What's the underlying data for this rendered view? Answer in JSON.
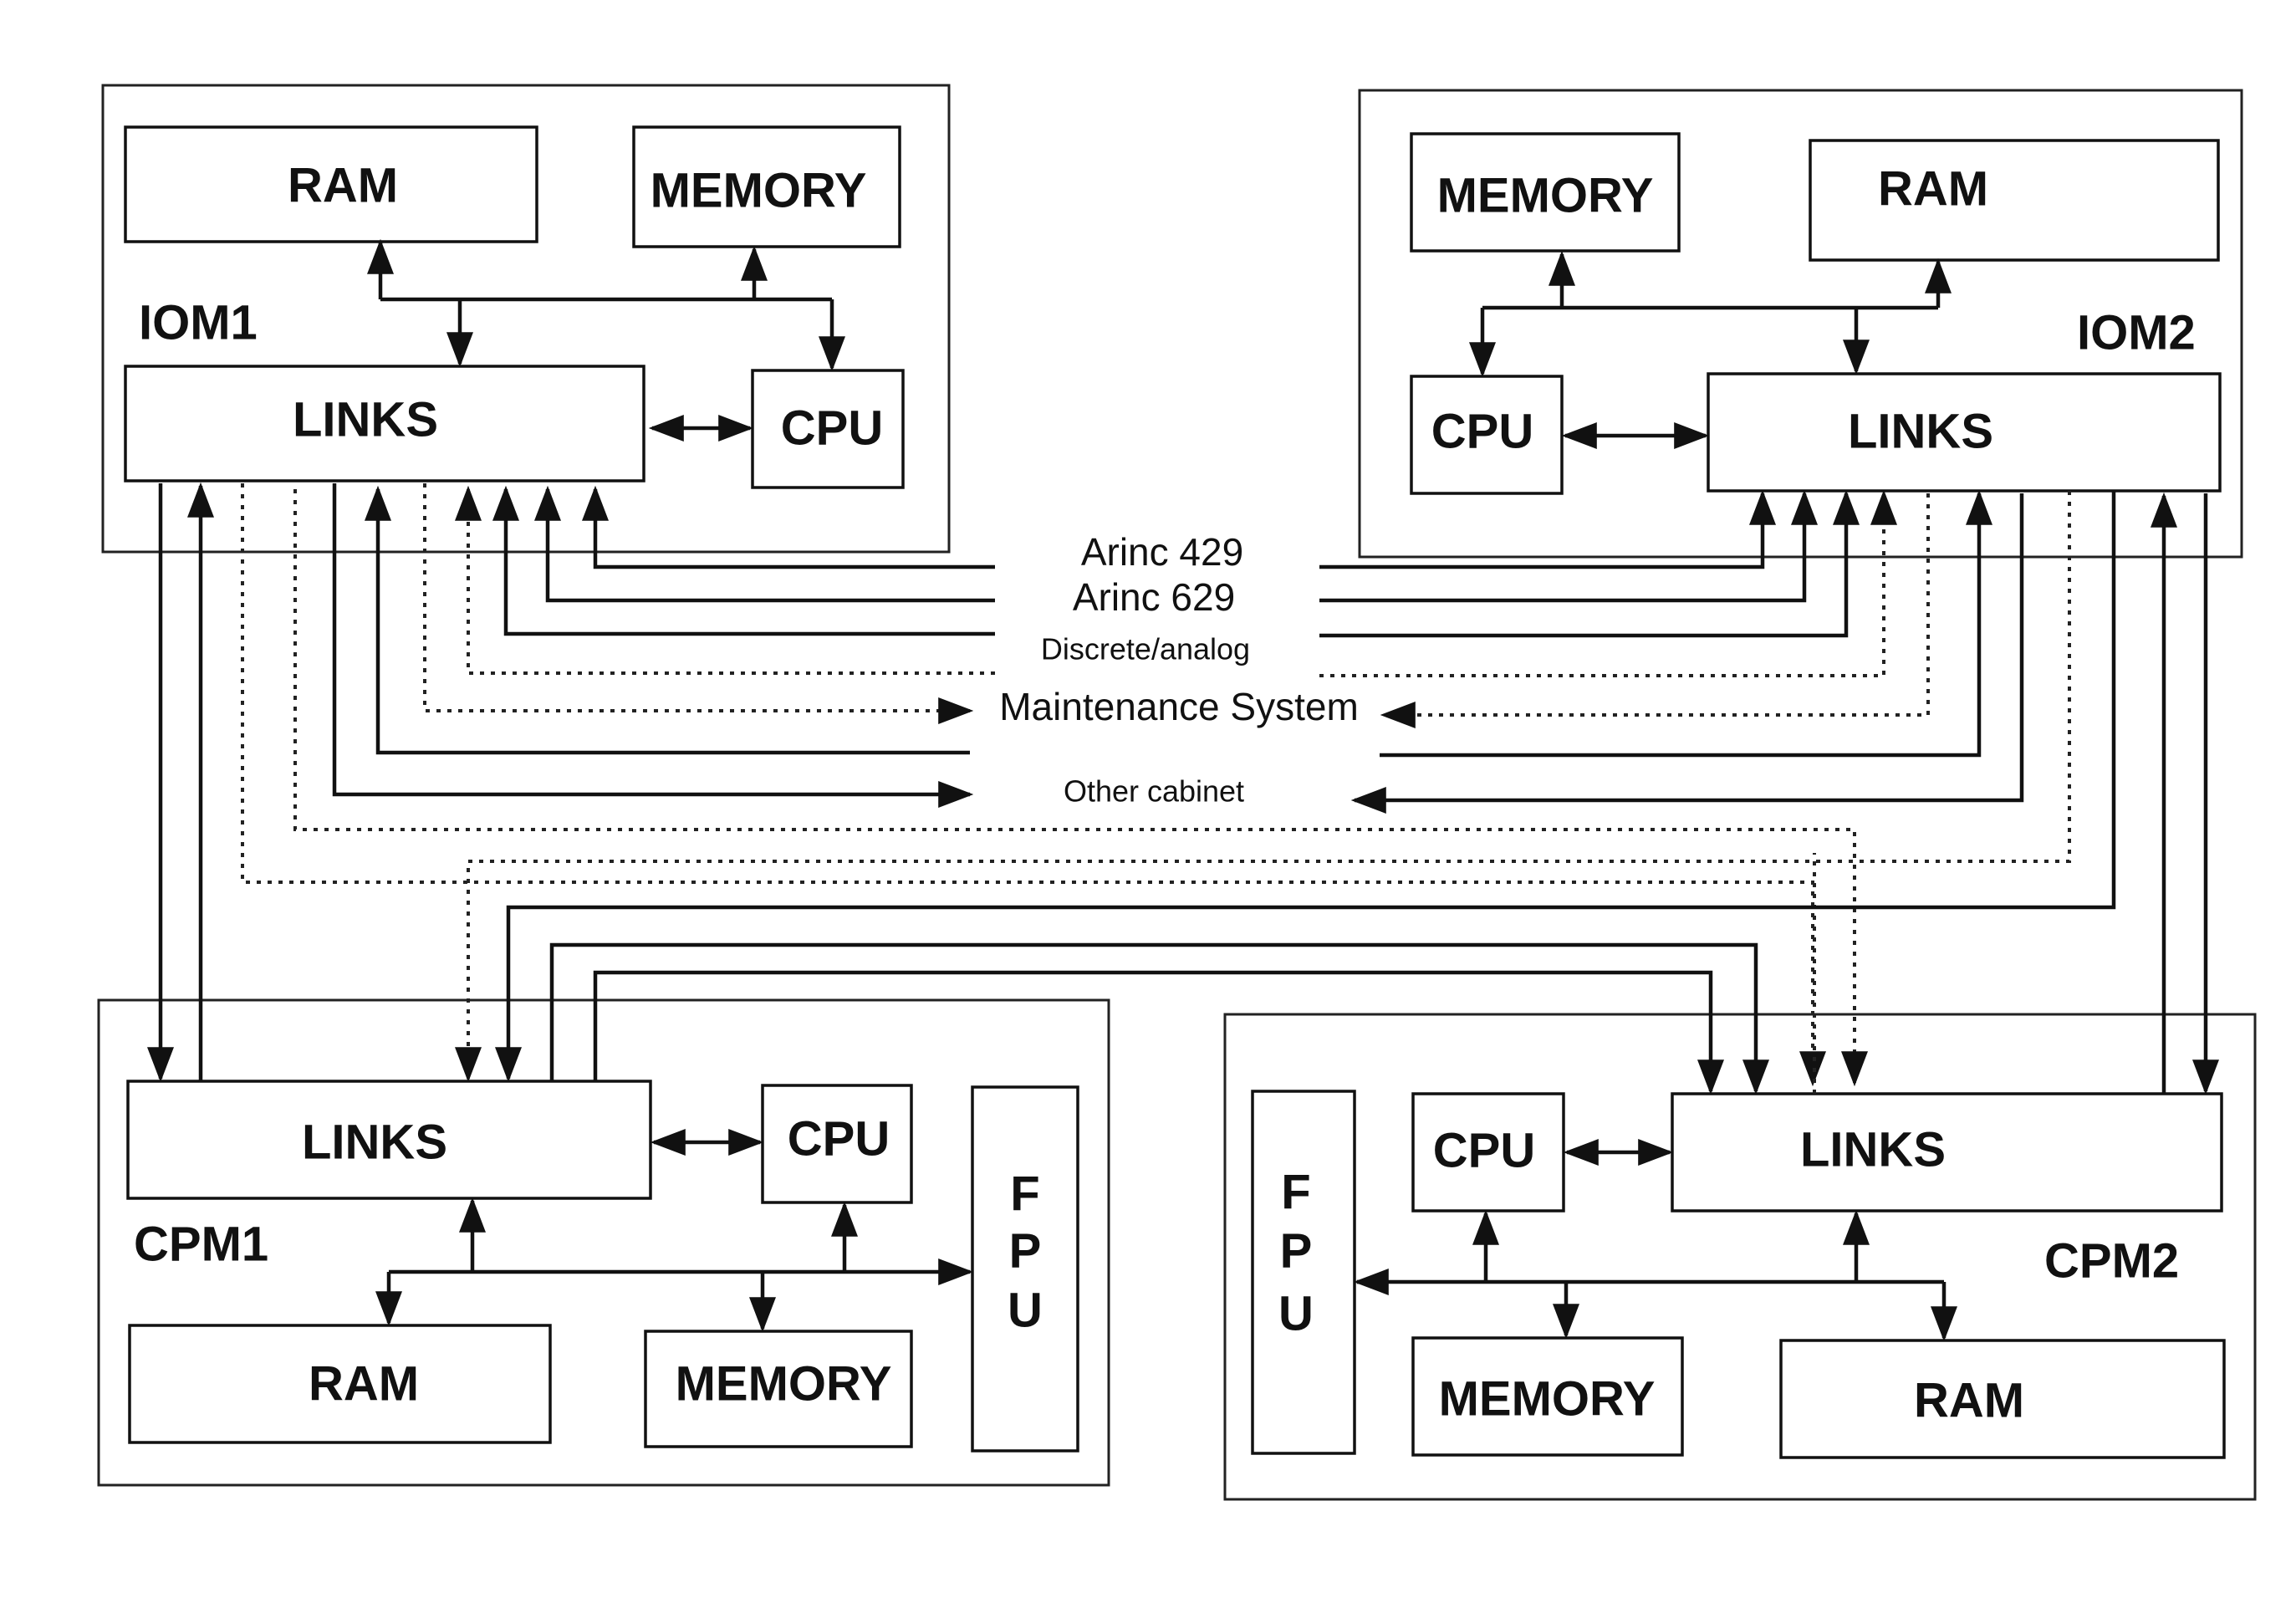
{
  "modules": {
    "iom1": {
      "label": "IOM1",
      "ram": "RAM",
      "memory": "MEMORY",
      "links": "LINKS",
      "cpu": "CPU"
    },
    "iom2": {
      "label": "IOM2",
      "memory": "MEMORY",
      "ram": "RAM",
      "cpu": "CPU",
      "links": "LINKS"
    },
    "cpm1": {
      "label": "CPM1",
      "links": "LINKS",
      "cpu": "CPU",
      "fpu": [
        "F",
        "P",
        "U"
      ],
      "ram": "RAM",
      "memory": "MEMORY"
    },
    "cpm2": {
      "label": "CPM2",
      "fpu": [
        "F",
        "P",
        "U"
      ],
      "cpu": "CPU",
      "links": "LINKS",
      "memory": "MEMORY",
      "ram": "RAM"
    }
  },
  "signals": {
    "arinc429": "Arinc 429",
    "arinc629": "Arinc 629",
    "discrete": "Discrete/analog",
    "maintenance": "Maintenance System",
    "other_cabinet": "Other cabinet"
  }
}
